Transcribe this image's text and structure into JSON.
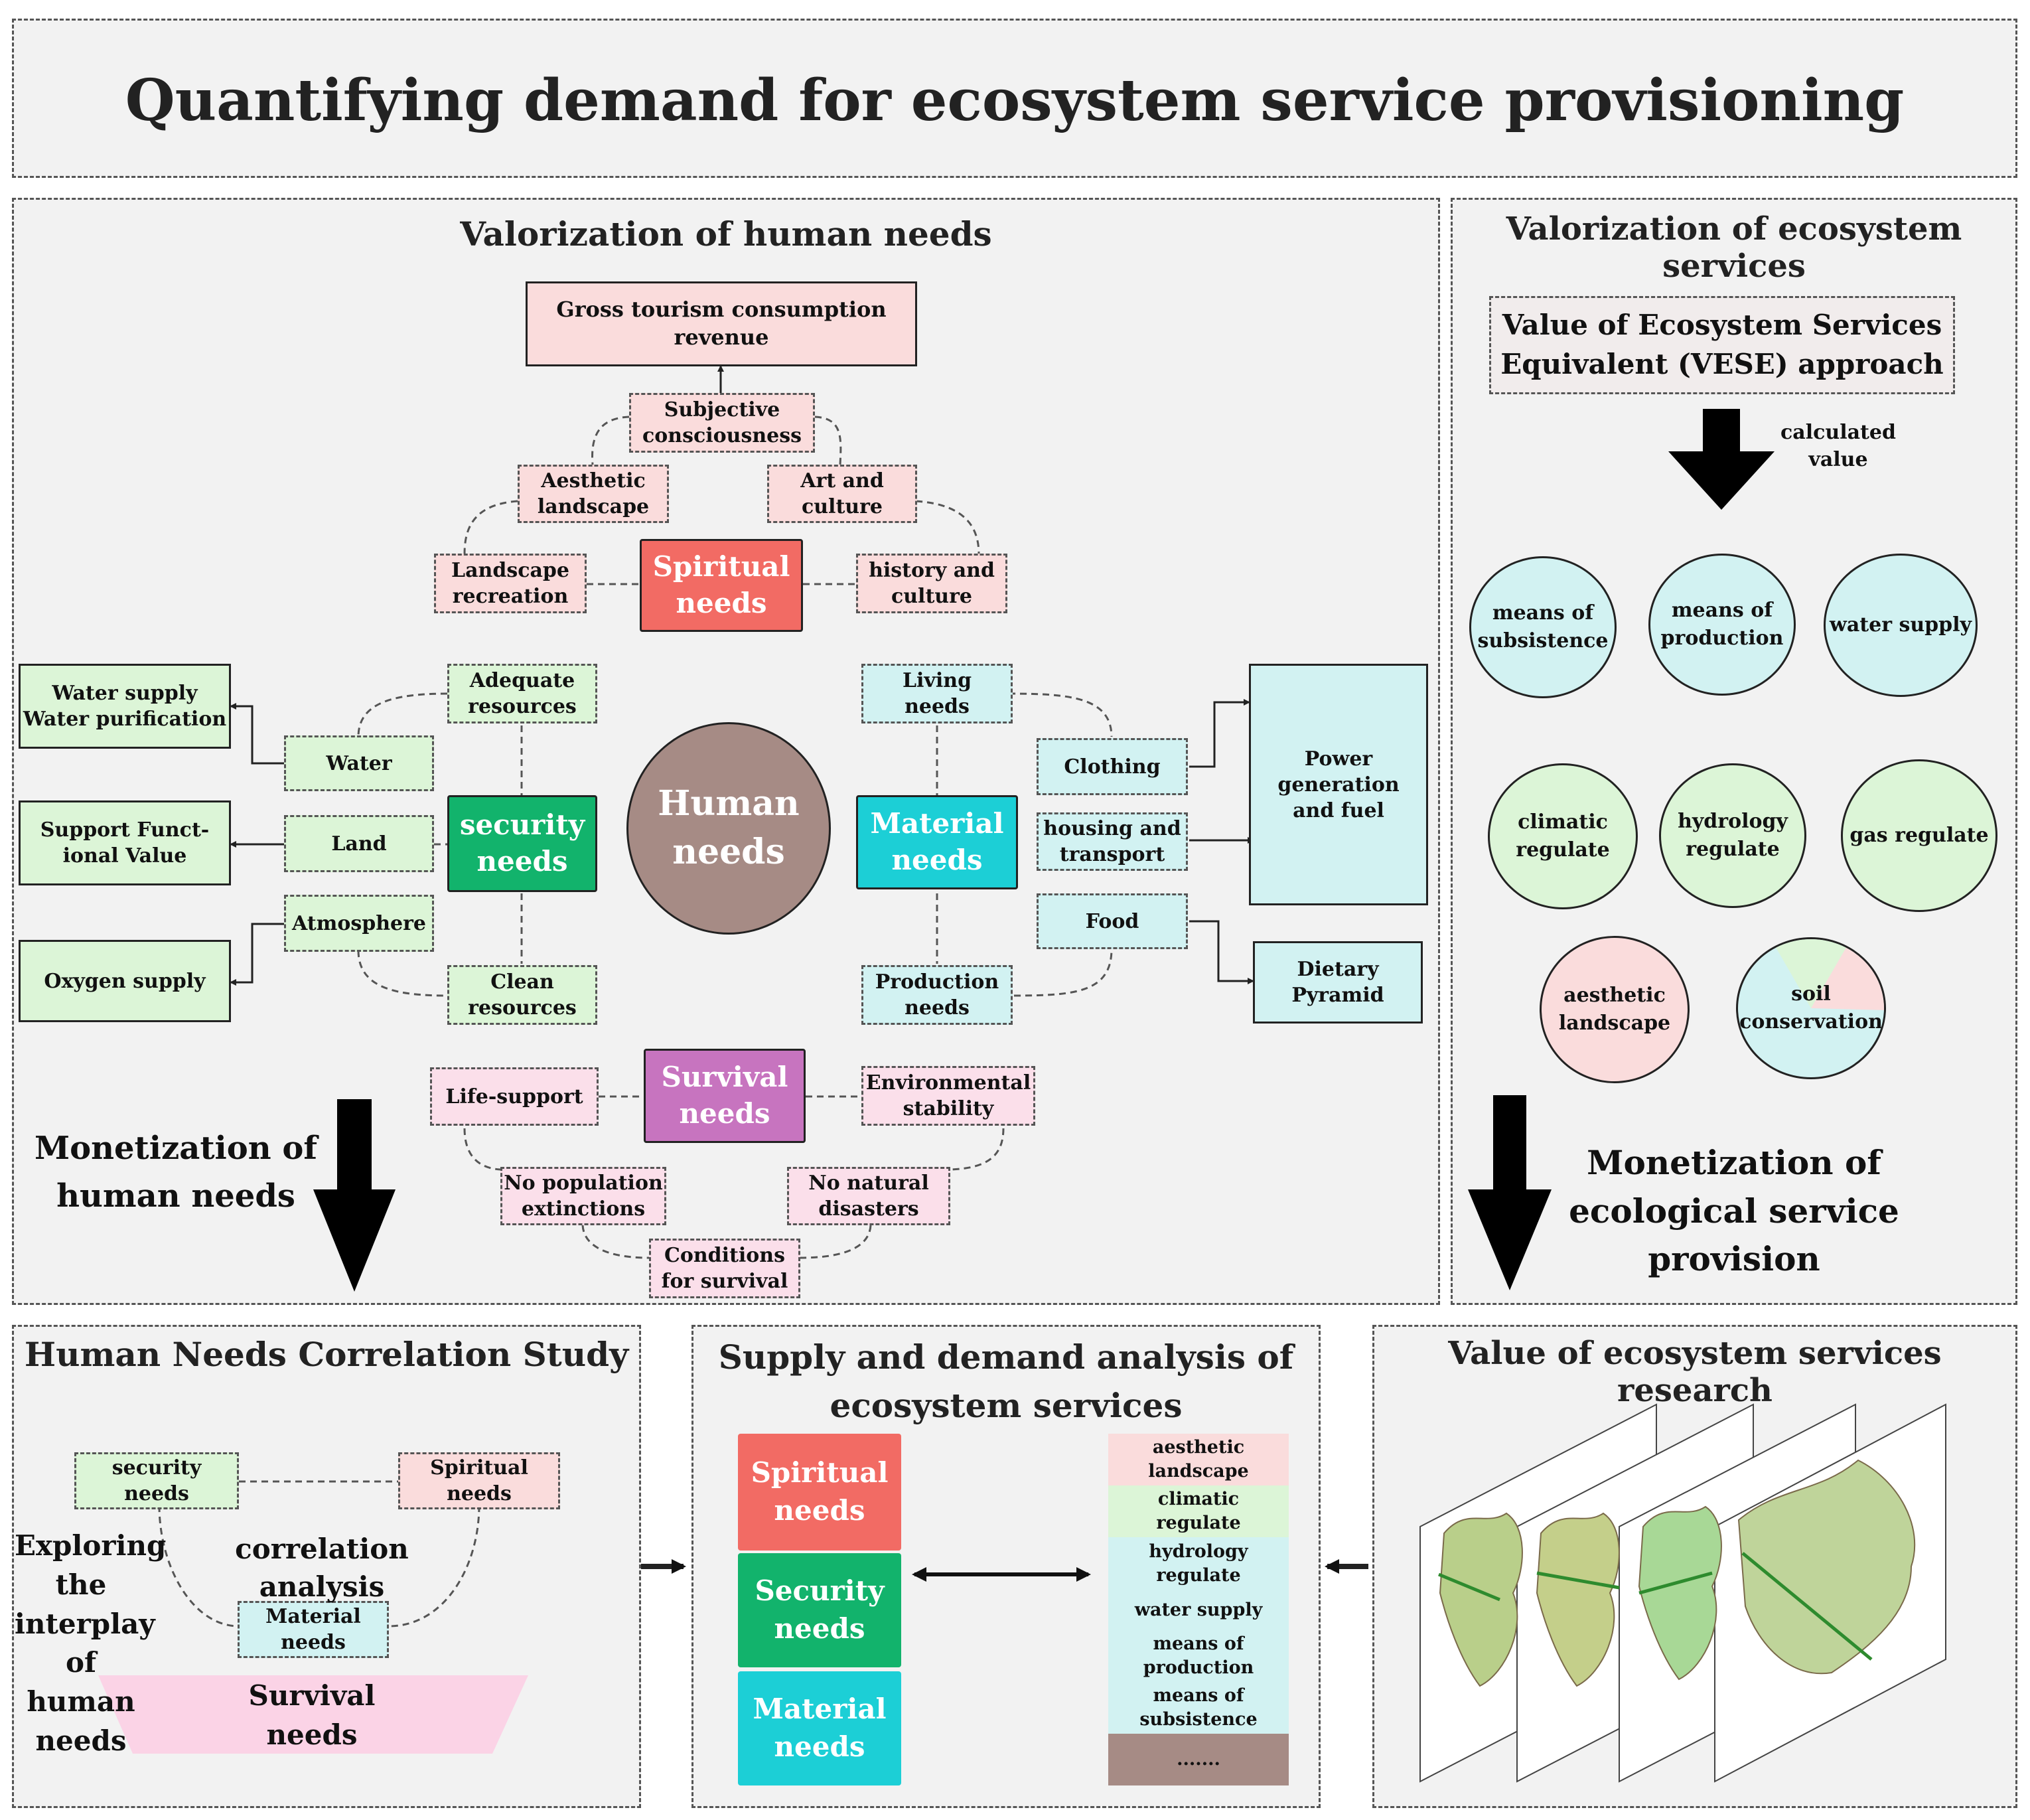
{
  "title": "Quantifying demand for ecosystem service provisioning",
  "human_needs_panel": {
    "title": "Valorization of human needs",
    "center": "Human\nneeds",
    "spiritual": {
      "label": "Spiritual\nneeds",
      "outcome": "Gross tourism consumption revenue",
      "subjective": "Subjective\nconsciousness",
      "aesthetic": "Aesthetic\nlandscape",
      "art": "Art and\nculture",
      "recreation": "Landscape\nrecreation",
      "history": "history and\nculture"
    },
    "security": {
      "label": "security\nneeds",
      "adequate": "Adequate\nresources",
      "clean": "Clean\nresources",
      "water": "Water",
      "land": "Land",
      "atmosphere": "Atmosphere",
      "out_water": "Water supply\nWater purification",
      "out_land": "Support Funct-\nional Value",
      "out_atmos": "Oxygen supply"
    },
    "material": {
      "label": "Material\nneeds",
      "living": "Living\nneeds",
      "production": "Production\nneeds",
      "clothing": "Clothing",
      "housing": "housing and\ntransport",
      "food": "Food",
      "power": "Power\ngeneration\nand fuel",
      "diet": "Dietary\nPyramid"
    },
    "survival": {
      "label": "Survival\nneeds",
      "life": "Life-support",
      "env": "Environmental\nstability",
      "pop": "No population\nextinctions",
      "nat": "No natural\ndisasters",
      "cond": "Conditions\nfor survival"
    },
    "monetization": "Monetization of\nhuman needs"
  },
  "ecosystem_panel": {
    "title": "Valorization of ecosystem services",
    "vese": "Value of Ecosystem Services\nEquivalent (VESE) approach",
    "calc": "calculated value",
    "services": [
      {
        "label": "means of\nsubsistence",
        "color": "#d2f2f2"
      },
      {
        "label": "means of\nproduction",
        "color": "#d2f2f2"
      },
      {
        "label": "water supply",
        "color": "#d2f2f2"
      },
      {
        "label": "climatic\nregulate",
        "color": "#dcf5d7"
      },
      {
        "label": "hydrology\nregulate",
        "color": "#dcf5d7"
      },
      {
        "label": "gas regulate",
        "color": "#dcf5d7"
      },
      {
        "label": "aesthetic\nlandscape",
        "color": "#fadcdc"
      },
      {
        "label": "soil\nconservation",
        "color": "#d2f2f2"
      }
    ],
    "monetization": "Monetization of\necological service\nprovision"
  },
  "correlation_panel": {
    "title": "Human Needs Correlation Study",
    "security": "security\nneeds",
    "spiritual": "Spiritual\nneeds",
    "material": "Material\nneeds",
    "survival": "Survival\nneeds",
    "analysis": "correlation analysis",
    "exploring": "Exploring\nthe\ninterplay\nof human\nneeds"
  },
  "supply_panel": {
    "title": "Supply and demand analysis of\necosystem services",
    "needs": [
      {
        "label": "Spiritual\nneeds",
        "color": "#f26b64"
      },
      {
        "label": "Security\nneeds",
        "color": "#12b36c"
      },
      {
        "label": "Material\nneeds",
        "color": "#1ccfd6"
      }
    ],
    "services": [
      {
        "label": "aesthetic\nlandscape",
        "color": "#fadcdc"
      },
      {
        "label": "climatic\nregulate",
        "color": "#dcf5d7"
      },
      {
        "label": "hydrology\nregulate",
        "color": "#d2f2f2"
      },
      {
        "label": "water supply",
        "color": "#d2f2f2"
      },
      {
        "label": "means of\nproduction",
        "color": "#d2f2f2"
      },
      {
        "label": "means of\nsubsistence",
        "color": "#d2f2f2"
      },
      {
        "label": ".......",
        "color": "#a68b85"
      }
    ]
  },
  "value_panel": {
    "title": "Value of ecosystem services research"
  },
  "colors": {
    "spiritual": "#f26b64",
    "security": "#12b36c",
    "material": "#1ccfd6",
    "survival": "#c774bf",
    "human": "#a68b85"
  }
}
